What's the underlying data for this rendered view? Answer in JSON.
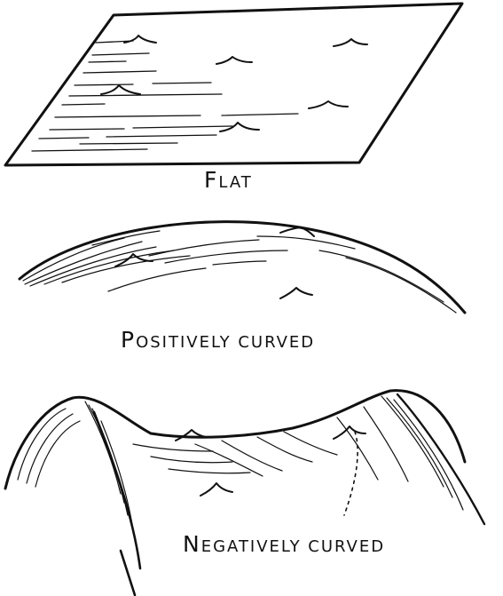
{
  "diagram": {
    "panels": [
      {
        "id": "flat",
        "label_initial": "F",
        "label_rest": "lat"
      },
      {
        "id": "positive",
        "label_initial": "P",
        "label_rest": "ositively curved"
      },
      {
        "id": "negative",
        "label_initial": "N",
        "label_rest": "egatively curved"
      }
    ],
    "ink_color": "#111111",
    "background": "#ffffff"
  }
}
